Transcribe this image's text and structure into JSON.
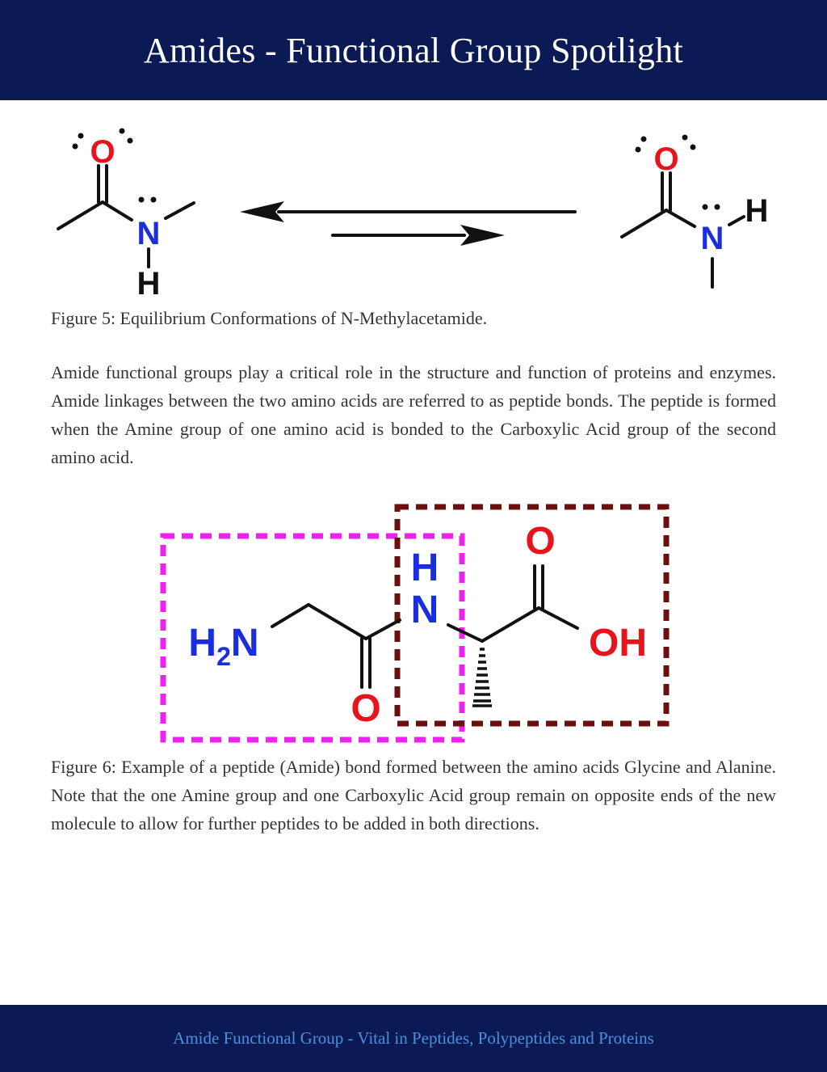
{
  "header": {
    "title": "Amides - Functional Group Spotlight"
  },
  "figure5": {
    "caption": "Figure 5: Equilibrium Conformations of N-Methylacetamide.",
    "left_molecule": {
      "oxygen": "O",
      "nitrogen": "N",
      "hydrogen": "H"
    },
    "right_molecule": {
      "oxygen": "O",
      "nitrogen": "N",
      "hydrogen": "H"
    }
  },
  "body": {
    "paragraph": "Amide functional groups play a critical role in the structure and function of proteins and enzymes. Amide linkages between the two amino acids are referred to as peptide bonds. The peptide is formed when the Amine group of one amino acid is bonded to the Carboxylic Acid group of the second amino acid."
  },
  "figure6": {
    "caption": "Figure 6: Example of a peptide (Amide) bond formed between the amino acids Glycine and Alanine. Note that the one Amine group and one Carboxylic Acid group remain on opposite ends of the new molecule to allow for further peptides to be added in both directions.",
    "amine_h": "H",
    "amine_sub": "2",
    "amine_n": "N",
    "amide_h": "H",
    "amide_n": "N",
    "carbonyl_o_left": "O",
    "carbonyl_o_right": "O",
    "hydroxyl": "OH",
    "glycine_box_color": "#ee22ee",
    "alanine_box_color": "#6b0f0f"
  },
  "colors": {
    "header_bg": "#0b1a55",
    "oxygen": "#e8141c",
    "nitrogen": "#1a2ee0",
    "footer_text": "#4a90d9"
  },
  "footer": {
    "text": "Amide Functional Group - Vital in Peptides, Polypeptides and Proteins"
  }
}
